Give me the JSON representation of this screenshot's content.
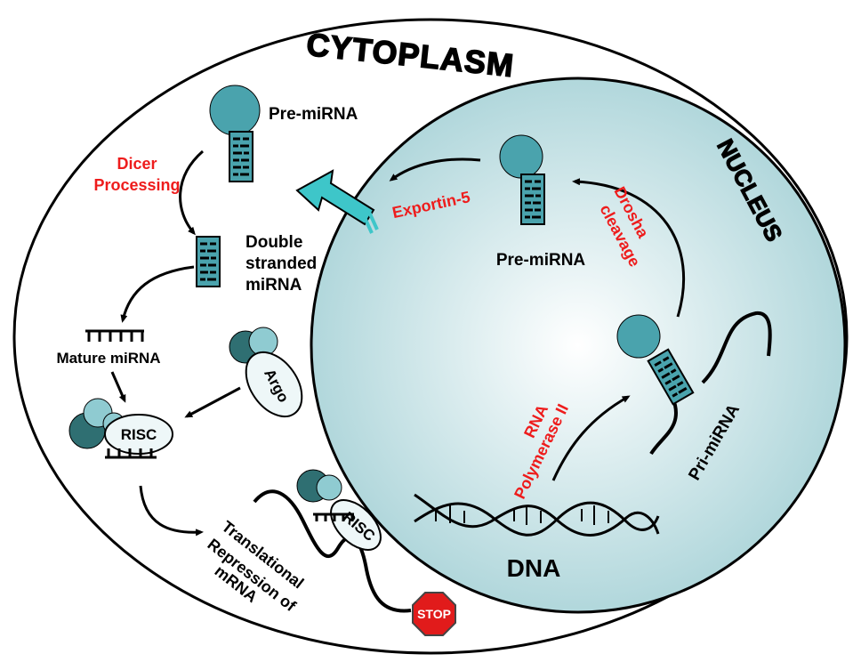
{
  "regions": {
    "cytoplasm": "CYTOPLASM",
    "nucleus": "NUCLEUS"
  },
  "labels": {
    "pre_mirna_cyto": "Pre-miRNA",
    "pre_mirna_nuc": "Pre-miRNA",
    "dicer_line1": "Dicer",
    "dicer_line2": "Processing",
    "double_line1": "Double",
    "double_line2": "stranded",
    "double_line3": "miRNA",
    "mature": "Mature miRNA",
    "argo": "Argo",
    "risc1": "RISC",
    "risc2": "RISC",
    "exportin": "Exportin-5",
    "drosha_line1": "Drosha",
    "drosha_line2": "cleavage",
    "rna_pol_line1": "RNA",
    "rna_pol_line2": "Polymerase II",
    "pri_mirna": "Pri-miRNA",
    "dna": "DNA",
    "transl_line1": "Translational",
    "transl_line2": "Repression of",
    "transl_line3": "mRNA",
    "stop": "STOP"
  },
  "colors": {
    "teal": "#4aa3ad",
    "teal_dark": "#2f6f72",
    "teal_light": "#8fcbd1",
    "nucleus_fill": "#c9e3e6",
    "arrow_cyan": "#3ec6c9",
    "red_text": "#ee1c1c",
    "stop_red": "#e11b1b"
  }
}
